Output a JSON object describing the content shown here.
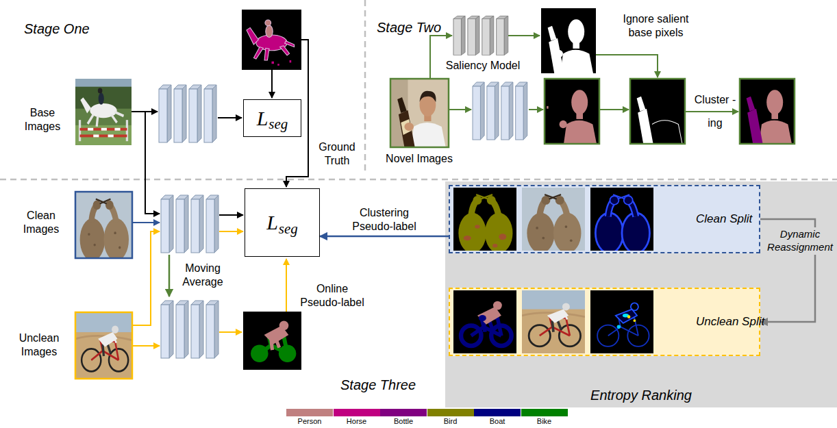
{
  "diagram": {
    "nodes": [
      {
        "text": [
          "L",
          "seg"
        ]
      },
      {
        "text": [
          "L",
          "seg"
        ]
      },
      {
        "text": [
          "Entropy Ranking"
        ]
      },
      {
        "text": [
          "Clean Split"
        ],
        "in": 2
      },
      {
        "text": [
          "Unclean Split"
        ],
        "in": 2
      }
    ],
    "edges": [
      {
        "from": 3,
        "to": 1,
        "arrow": "to",
        "label": "Clustering Pseudo-label"
      },
      {
        "from": 3,
        "to": 4,
        "arrow": "to",
        "label": "Dynamic Reassignment"
      }
    ],
    "labels": [
      "Stage One",
      "Stage Two",
      "Base Images",
      "Ground Truth",
      "Saliency Model",
      "Ignore salient base pixels",
      "Novel Images",
      "Cluster -ing",
      "Clean Images",
      "Unclean Images",
      "Moving Average",
      "Online Pseudo-label",
      "Stage Three"
    ],
    "legend": [
      {
        "text": "Person",
        "color": "#c08080"
      },
      {
        "text": "Horse",
        "color": "#c00080"
      },
      {
        "text": "Bottle",
        "color": "#800080"
      },
      {
        "text": "Bird",
        "color": "#808000"
      },
      {
        "text": "Boat",
        "color": "#000080"
      },
      {
        "text": "Bike",
        "color": "#008000"
      }
    ]
  }
}
